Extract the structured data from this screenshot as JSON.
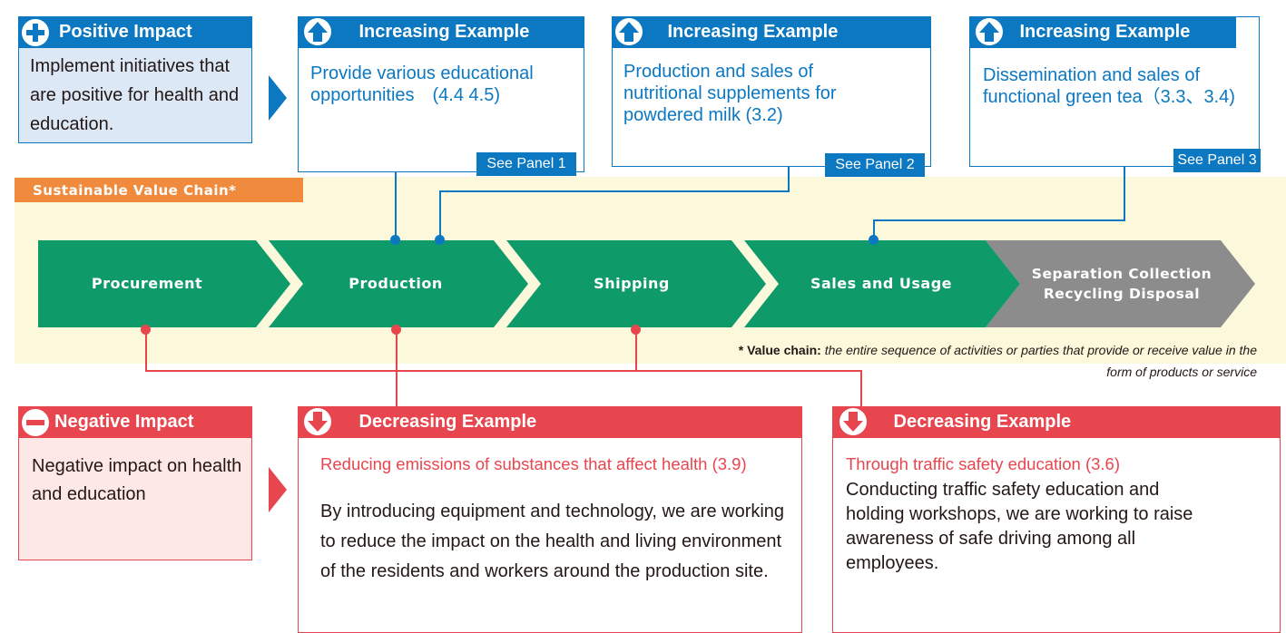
{
  "positive": {
    "title": "Positive Impact",
    "description": "Implement initiatives that are positive for health and education."
  },
  "increasing": [
    {
      "header": "Increasing Example",
      "text": "Provide various educational opportunities　(4.4 4.5)",
      "button": "See Panel 1"
    },
    {
      "header": "Increasing Example",
      "text": "Production and sales of nutritional supplements for powdered milk (3.2)",
      "button": "See Panel 2"
    },
    {
      "header": "Increasing Example",
      "text": "Dissemination and sales of functional green tea（3.3、3.4)",
      "button": "See Panel 3"
    }
  ],
  "value_chain": {
    "label": "Sustainable Value Chain*",
    "stages": [
      "Procurement",
      "Production",
      "Shipping",
      "Sales and Usage",
      "Separation Collection Recycling Disposal"
    ],
    "footnote_term": "* Value chain:",
    "footnote_text": "the entire sequence of activities or parties that provide or receive value in the form of products or service"
  },
  "negative": {
    "title": "Negative Impact",
    "description": "Negative impact on health and education"
  },
  "decreasing": [
    {
      "header": "Decreasing Example",
      "subtitle": "Reducing emissions of substances that affect health (3.9)",
      "body": "By introducing equipment and technology, we are working to reduce the impact on the health and living environment of the residents and workers around the production site."
    },
    {
      "header": "Decreasing Example",
      "subtitle": "Through traffic safety education (3.6)",
      "body": "Conducting traffic safety education and holding workshops, we are working to raise awareness of safe driving among all employees."
    }
  ],
  "colors": {
    "blue": "#0b78c1",
    "red": "#e8464f",
    "green": "#0f9a6a",
    "gray": "#8c8c8c",
    "orange": "#f08a3c",
    "band": "#fbf8dc",
    "positive_bg": "#dde8f6",
    "negative_bg": "#fde8e5"
  },
  "icons": [
    "plus-icon",
    "arrow-up-icon",
    "minus-icon",
    "arrow-down-icon",
    "chevron-right-icon"
  ]
}
